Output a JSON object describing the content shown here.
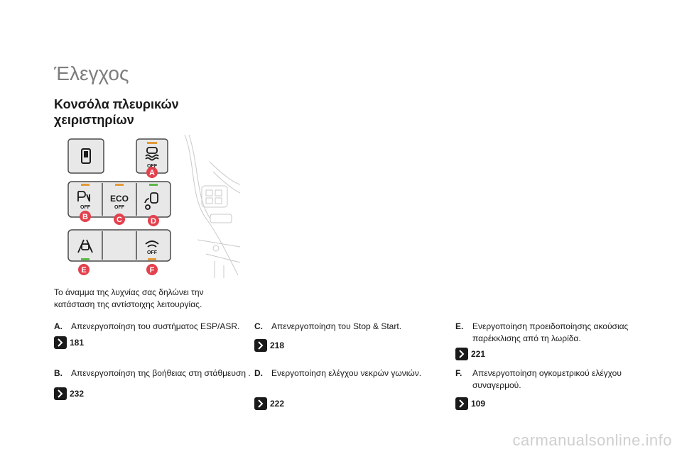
{
  "page": {
    "section_title": "Έλεγχος",
    "subsection_title": "Κονσόλα πλευρικών χειριστηρίων",
    "intro_text": "Το άναμμα της λυχνίας σας δηλώνει την κατάσταση της αντίστοιχης λειτουργίας.",
    "watermark": "carmanualsonline.info"
  },
  "illustration": {
    "labels": [
      "A",
      "B",
      "C",
      "D",
      "E",
      "F"
    ],
    "eco_text": "ECO",
    "off_text": "OFF",
    "icons": [
      "door-lock-icon",
      "esp-off-icon",
      "park-assist-icon",
      "blind-spot-icon",
      "lane-departure-icon",
      "tyre-pressure-icon"
    ],
    "colors": {
      "label_red": "#e3414d",
      "led_green": "#5db848",
      "led_orange": "#e39a3a",
      "panel_grey": "#e8e8e8"
    }
  },
  "items": [
    {
      "letter": "A.",
      "text": "Απενεργοποίηση του συστήματος ESP/ASR.",
      "ref": "181"
    },
    {
      "letter": "B.",
      "text": "Απενεργοποίηση της βοήθειας στη στάθμευση .",
      "ref": "232"
    },
    {
      "letter": "C.",
      "text": "Απενεργοποίηση του Stop & Start.",
      "ref": "218"
    },
    {
      "letter": "D.",
      "text": "Ενεργοποίηση ελέγχου νεκρών γωνιών.",
      "ref": "222"
    },
    {
      "letter": "E.",
      "text": "Ενεργοποίηση προειδοποίησης ακούσιας παρέκκλισης από τη λωρίδα.",
      "ref": "221"
    },
    {
      "letter": "F.",
      "text": "Απενεργοποίηση ογκομετρικού ελέγχου συναγερμού.",
      "ref": "109"
    }
  ]
}
